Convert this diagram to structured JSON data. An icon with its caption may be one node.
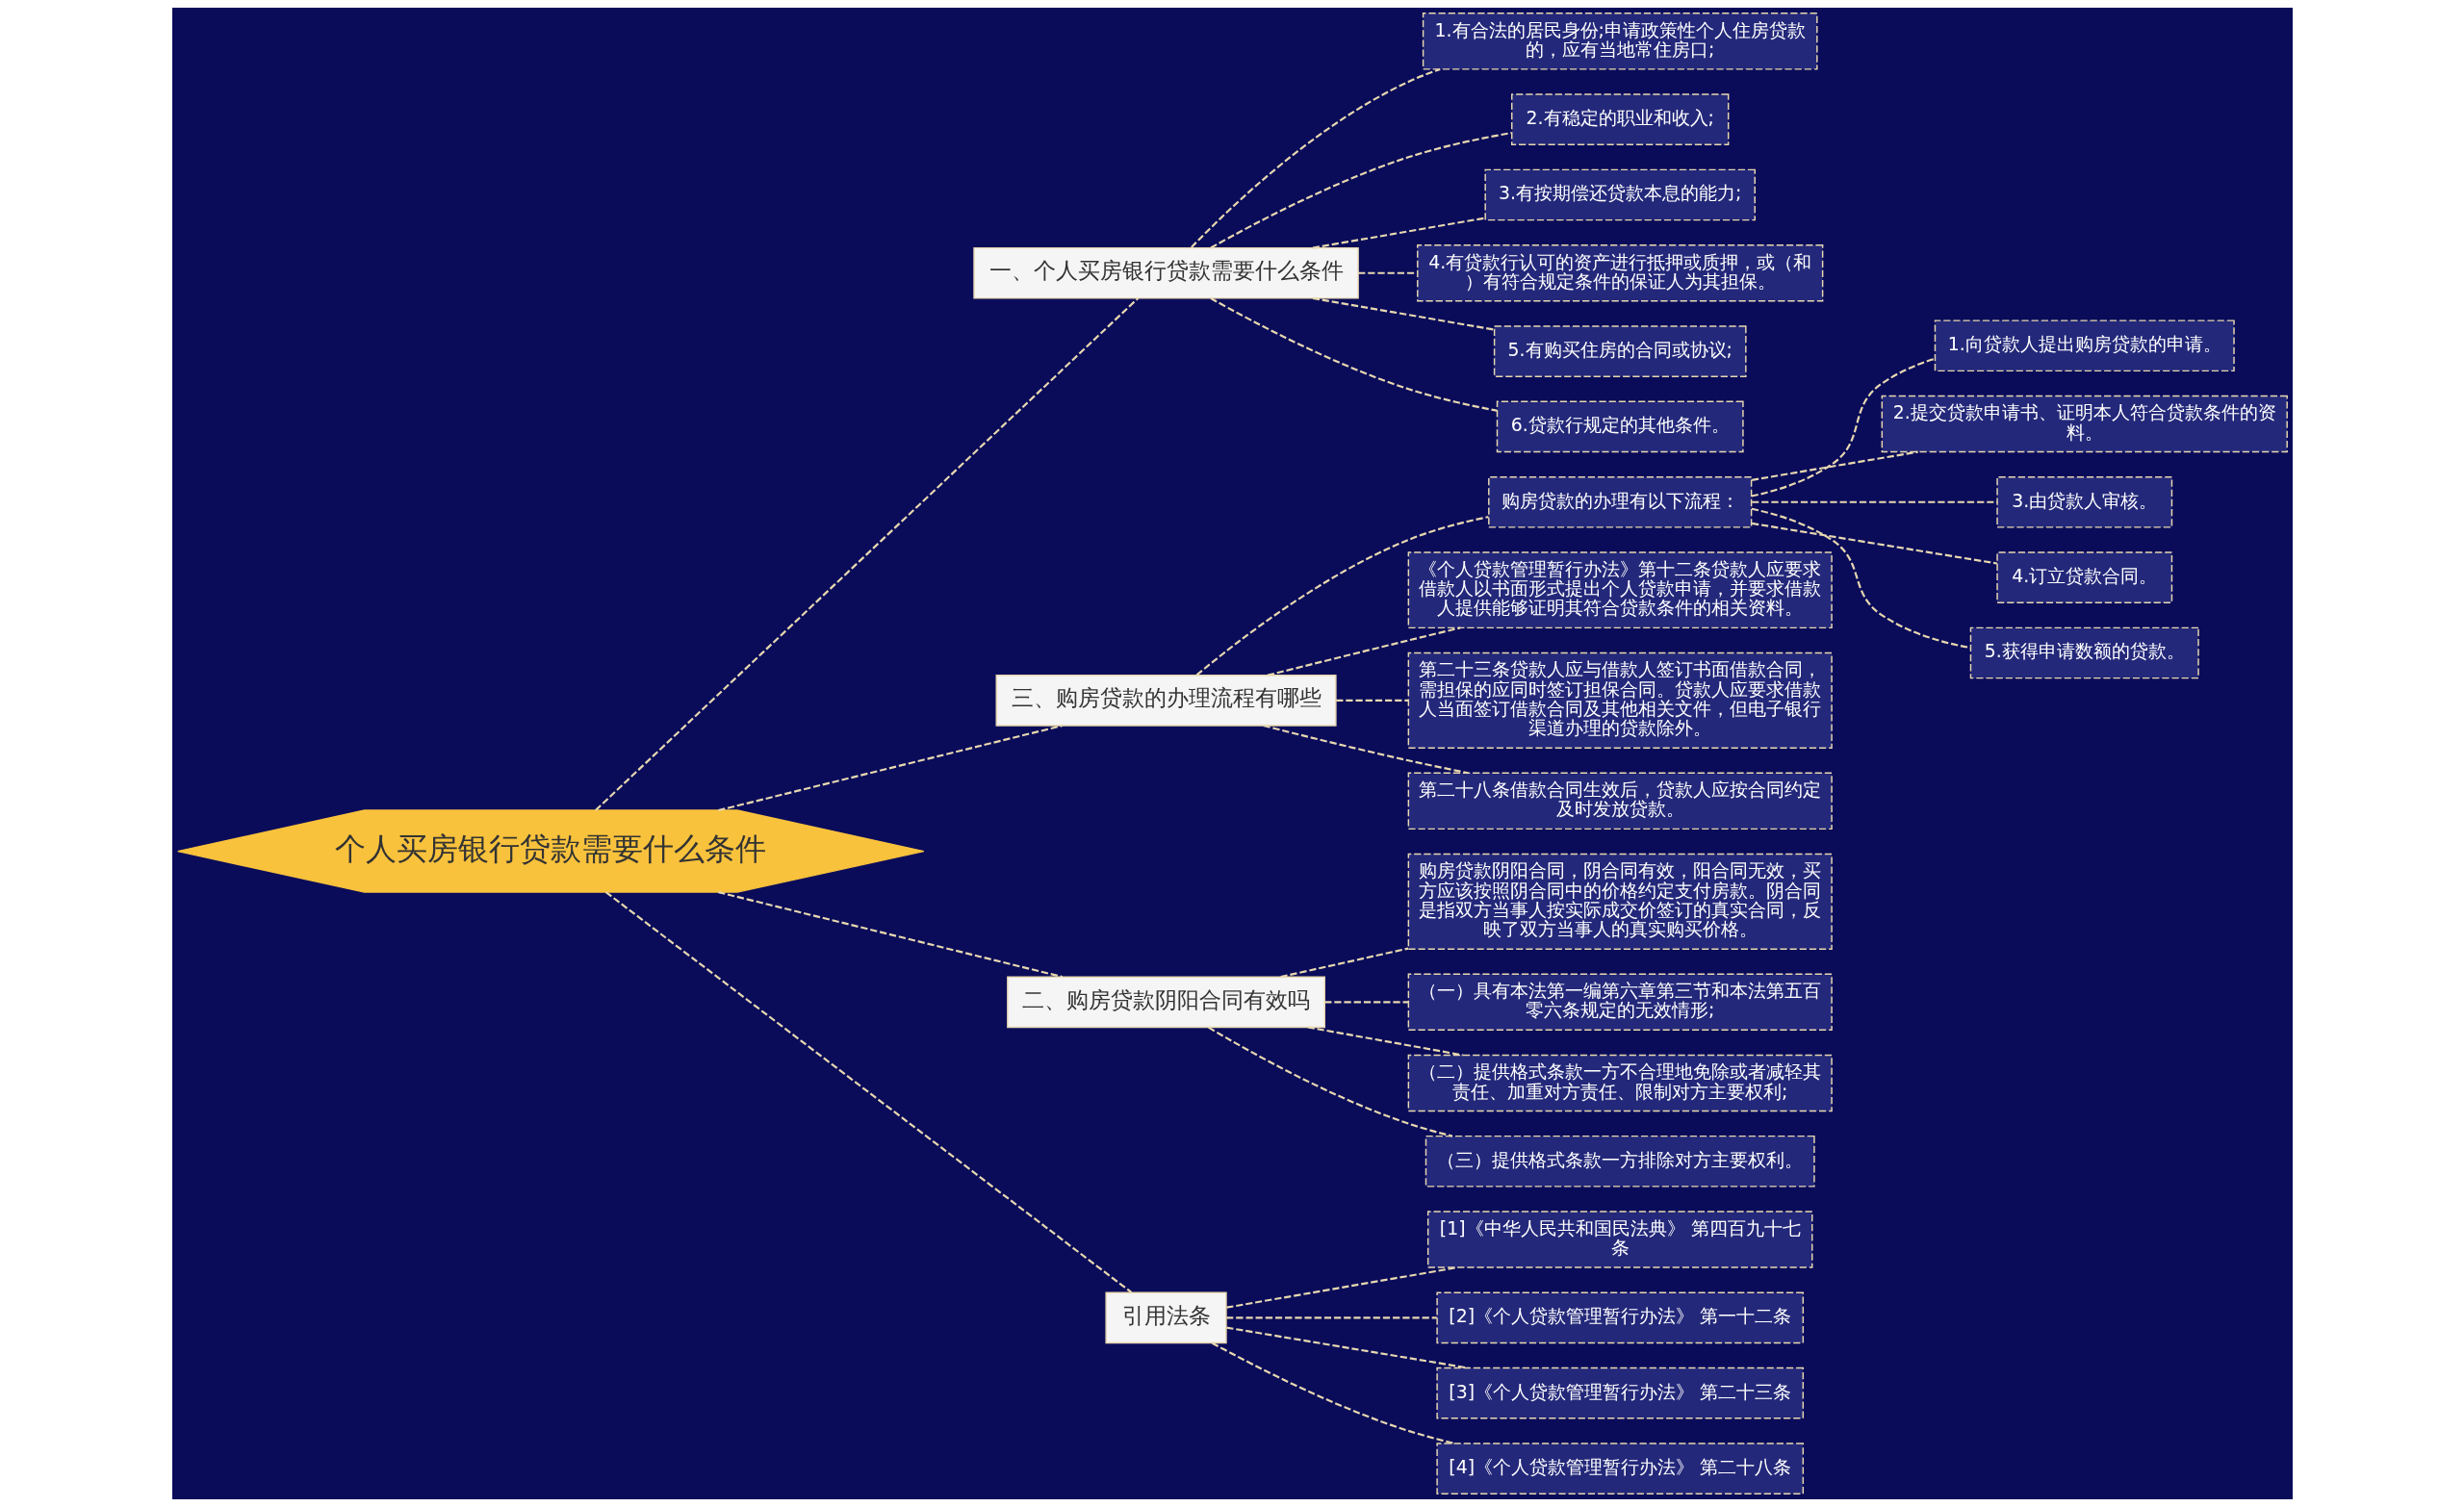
{
  "diagram": {
    "nodes": [
      {
        "text": [
          "个人买房银行贷款需要什么条件"
        ]
      },
      {
        "text": [
          "一、个人买房银行贷款需要什么条件"
        ]
      },
      {
        "text": [
          "1.有合法的居民身份;申请政策性个人住房贷款的，应有当地常住房口;"
        ]
      },
      {
        "text": [
          "2.有稳定的职业和收入;"
        ]
      },
      {
        "text": [
          "3.有按期偿还贷款本息的能力;"
        ]
      },
      {
        "text": [
          "4.有贷款行认可的资产进行抵押或质押，或（和）有符合规定条件的保证人为其担保。"
        ]
      },
      {
        "text": [
          "5.有购买住房的合同或协议;"
        ]
      },
      {
        "text": [
          "6.贷款行规定的其他条件。"
        ]
      },
      {
        "text": [
          "三、购房贷款的办理流程有哪些"
        ]
      },
      {
        "text": [
          "购房贷款的办理有以下流程："
        ]
      },
      {
        "text": [
          "1.向贷款人提出购房贷款的申请。"
        ]
      },
      {
        "text": [
          "2.提交贷款申请书、证明本人符合贷款条件的资料。"
        ]
      },
      {
        "text": [
          "3.由贷款人审核。"
        ]
      },
      {
        "text": [
          "4.订立贷款合同。"
        ]
      },
      {
        "text": [
          "5.获得申请数额的贷款。"
        ]
      },
      {
        "text": [
          "《个人贷款管理暂行办法》第十二条贷款人应要求借款人以书面形式提出个人贷款申请，并要求借款人提供能够证明其符合贷款条件的相关资料。"
        ]
      },
      {
        "text": [
          "第二十三条贷款人应与借款人签订书面借款合同，需担保的应同时签订担保合同。贷款人应要求借款人当面签订借款合同及其他相关文件，但电子银行渠道办理的贷款除外。"
        ]
      },
      {
        "text": [
          "第二十八条借款合同生效后，贷款人应按合同约定及时发放贷款。"
        ]
      },
      {
        "text": [
          "二、购房贷款阴阳合同有效吗"
        ]
      },
      {
        "text": [
          "购房贷款阴阳合同，阴合同有效，阳合同无效，买方应该按照阴合同中的价格约定支付房款。阴合同是指双方当事人按实际成交价签订的真实合同，反映了双方当事人的真实购买价格。"
        ]
      },
      {
        "text": [
          "（一）具有本法第一编第六章第三节和本法第五百零六条规定的无效情形;"
        ]
      },
      {
        "text": [
          "（二）提供格式条款一方不合理地免除或者减轻其责任、加重对方责任、限制对方主要权利;"
        ]
      },
      {
        "text": [
          "（三）提供格式条款一方排除对方主要权利。"
        ]
      },
      {
        "text": [
          "引用法条"
        ]
      },
      {
        "text": [
          "[1]《中华人民共和国民法典》 第四百九十七条"
        ]
      },
      {
        "text": [
          "[2]《个人贷款管理暂行办法》 第一十二条"
        ]
      },
      {
        "text": [
          "[3]《个人贷款管理暂行办法》 第二十三条"
        ]
      },
      {
        "text": [
          "[4]《个人贷款管理暂行办法》 第二十八条"
        ]
      }
    ],
    "edges": [
      {
        "from": 0,
        "to": 1,
        "arrow": "none",
        "style": "dashed"
      },
      {
        "from": 1,
        "to": 2,
        "arrow": "none",
        "style": "dashed"
      },
      {
        "from": 1,
        "to": 3,
        "arrow": "none",
        "style": "dashed"
      },
      {
        "from": 1,
        "to": 4,
        "arrow": "none",
        "style": "dashed"
      },
      {
        "from": 1,
        "to": 5,
        "arrow": "none",
        "style": "dashed"
      },
      {
        "from": 1,
        "to": 6,
        "arrow": "none",
        "style": "dashed"
      },
      {
        "from": 1,
        "to": 7,
        "arrow": "none",
        "style": "dashed"
      },
      {
        "from": 0,
        "to": 8,
        "arrow": "none",
        "style": "dashed"
      },
      {
        "from": 8,
        "to": 9,
        "arrow": "none",
        "style": "dashed"
      },
      {
        "from": 9,
        "to": 10,
        "arrow": "none",
        "style": "dashed"
      },
      {
        "from": 9,
        "to": 11,
        "arrow": "none",
        "style": "dashed"
      },
      {
        "from": 9,
        "to": 12,
        "arrow": "none",
        "style": "dashed"
      },
      {
        "from": 9,
        "to": 13,
        "arrow": "none",
        "style": "dashed"
      },
      {
        "from": 9,
        "to": 14,
        "arrow": "none",
        "style": "dashed"
      },
      {
        "from": 8,
        "to": 15,
        "arrow": "none",
        "style": "dashed"
      },
      {
        "from": 8,
        "to": 16,
        "arrow": "none",
        "style": "dashed"
      },
      {
        "from": 8,
        "to": 17,
        "arrow": "none",
        "style": "dashed"
      },
      {
        "from": 0,
        "to": 18,
        "arrow": "none",
        "style": "dashed"
      },
      {
        "from": 18,
        "to": 19,
        "arrow": "none",
        "style": "dashed"
      },
      {
        "from": 18,
        "to": 20,
        "arrow": "none",
        "style": "dashed"
      },
      {
        "from": 18,
        "to": 21,
        "arrow": "none",
        "style": "dashed"
      },
      {
        "from": 18,
        "to": 22,
        "arrow": "none",
        "style": "dashed"
      },
      {
        "from": 0,
        "to": 23,
        "arrow": "none",
        "style": "dashed"
      },
      {
        "from": 23,
        "to": 24,
        "arrow": "none",
        "style": "dashed"
      },
      {
        "from": 23,
        "to": 25,
        "arrow": "none",
        "style": "dashed"
      },
      {
        "from": 23,
        "to": 26,
        "arrow": "none",
        "style": "dashed"
      },
      {
        "from": 23,
        "to": 27,
        "arrow": "none",
        "style": "dashed"
      }
    ]
  }
}
